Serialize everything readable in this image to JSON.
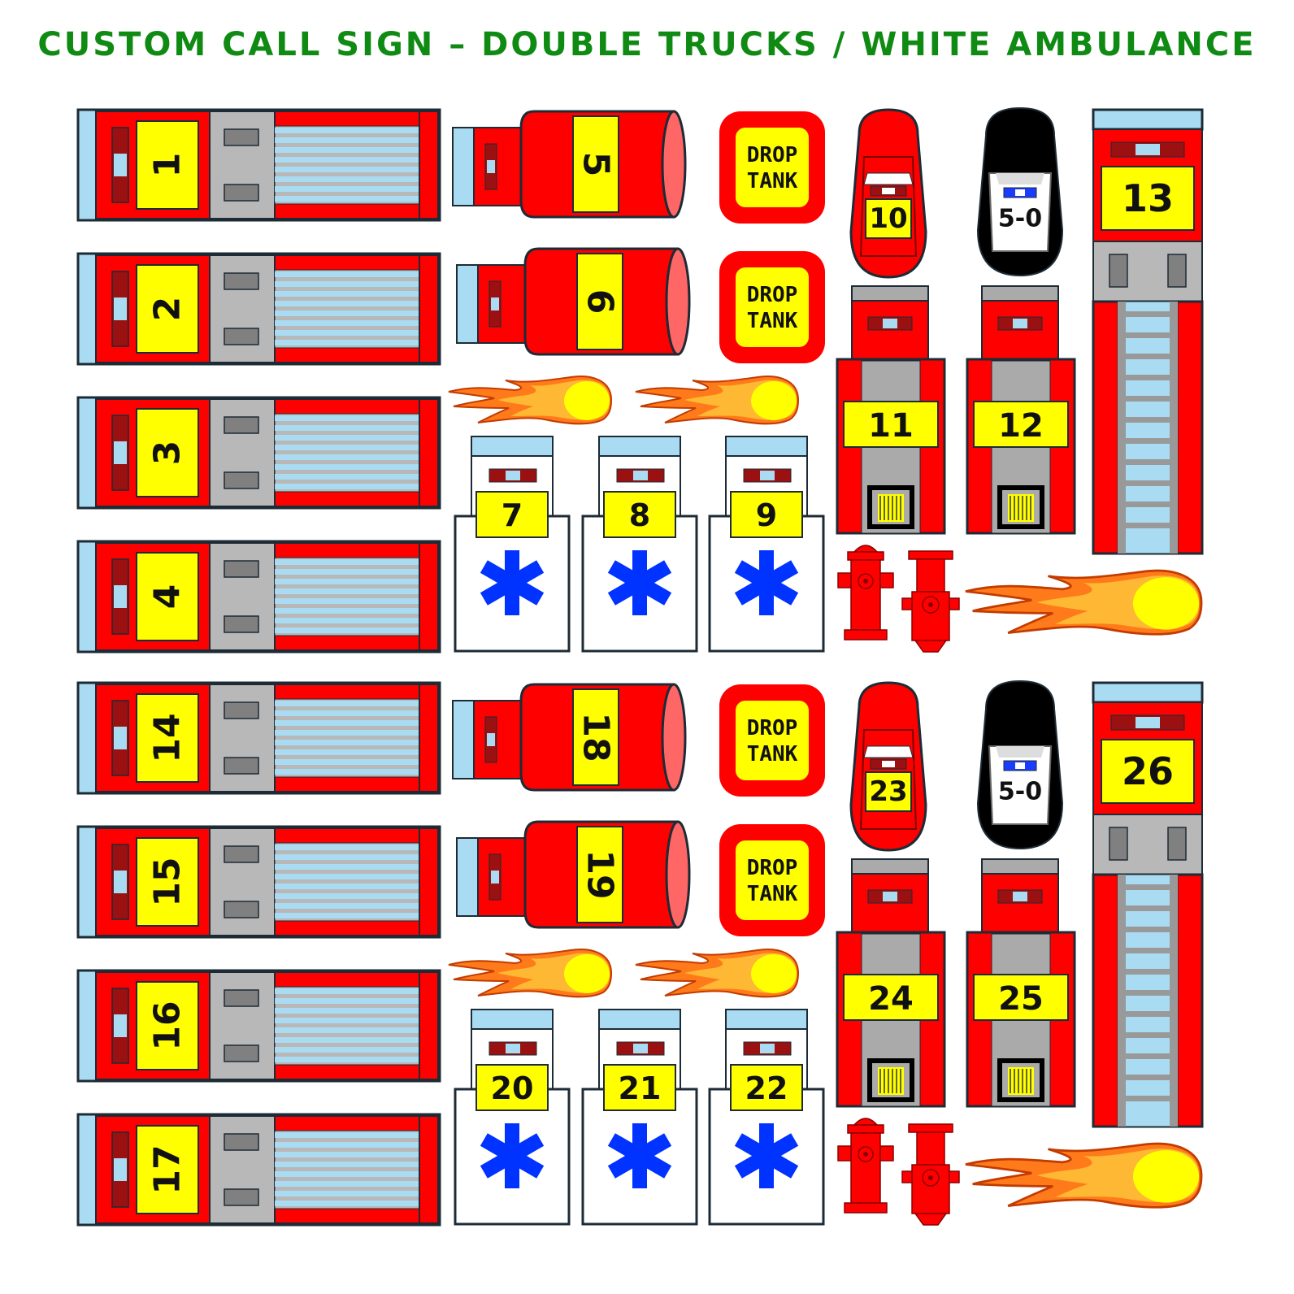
{
  "title": "CUSTOM CALL SIGN – DOUBLE TRUCKS / WHITE AMBULANCE",
  "colors": {
    "title_green": "#0f8a13",
    "fire_red": "#ff0000",
    "dark_red": "#9b1010",
    "yellow": "#ffff00",
    "light_blue": "#a9dcf2",
    "gray": "#b8b8b8",
    "dark_gray": "#808080",
    "outline": "#1d2b36",
    "star_blue": "#0033ff",
    "police_blue": "#1a3cff",
    "black": "#000000"
  },
  "sections": [
    {
      "engines": [
        "1",
        "2",
        "3",
        "4"
      ],
      "tankers": [
        "5",
        "6"
      ],
      "drop_tanks": [
        {
          "line1": "DROP",
          "line2": "TANK"
        },
        {
          "line1": "DROP",
          "line2": "TANK"
        }
      ],
      "ambulances": [
        "7",
        "8",
        "9"
      ],
      "chief_car": "10",
      "police_car": "5-0",
      "rescue_trucks": [
        "11",
        "12"
      ],
      "ladder_truck": "13"
    },
    {
      "engines": [
        "14",
        "15",
        "16",
        "17"
      ],
      "tankers": [
        "18",
        "19"
      ],
      "drop_tanks": [
        {
          "line1": "DROP",
          "line2": "TANK"
        },
        {
          "line1": "DROP",
          "line2": "TANK"
        }
      ],
      "ambulances": [
        "20",
        "21",
        "22"
      ],
      "chief_car": "23",
      "police_car": "5-0",
      "rescue_trucks": [
        "24",
        "25"
      ],
      "ladder_truck": "26"
    }
  ],
  "icons": {
    "fireball": "fireball-icon",
    "hydrant": "fire-hydrant-icon",
    "star_of_life": "star-of-life-icon"
  }
}
